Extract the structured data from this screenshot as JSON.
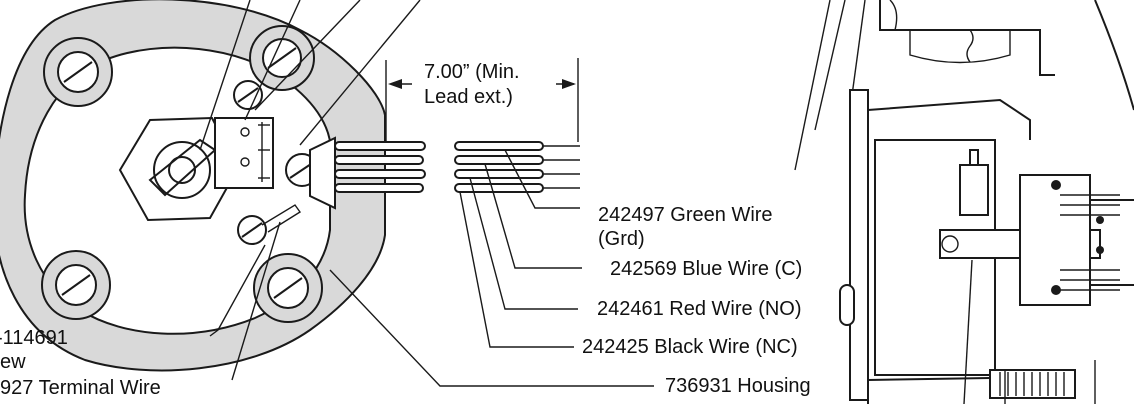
{
  "dimension": {
    "line1": "7.00” (Min.",
    "line2": "Lead ext.)"
  },
  "callouts": {
    "green_wire_line1": "242497 Green Wire",
    "green_wire_line2": "(Grd)",
    "blue_wire": "242569 Blue Wire (C)",
    "red_wire": "242461 Red Wire (NO)",
    "black_wire": "242425 Black Wire (NC)",
    "housing": "736931 Housing",
    "screw_part": "-114691",
    "screw_word": "ew",
    "terminal_wire": "927 Terminal Wire"
  }
}
